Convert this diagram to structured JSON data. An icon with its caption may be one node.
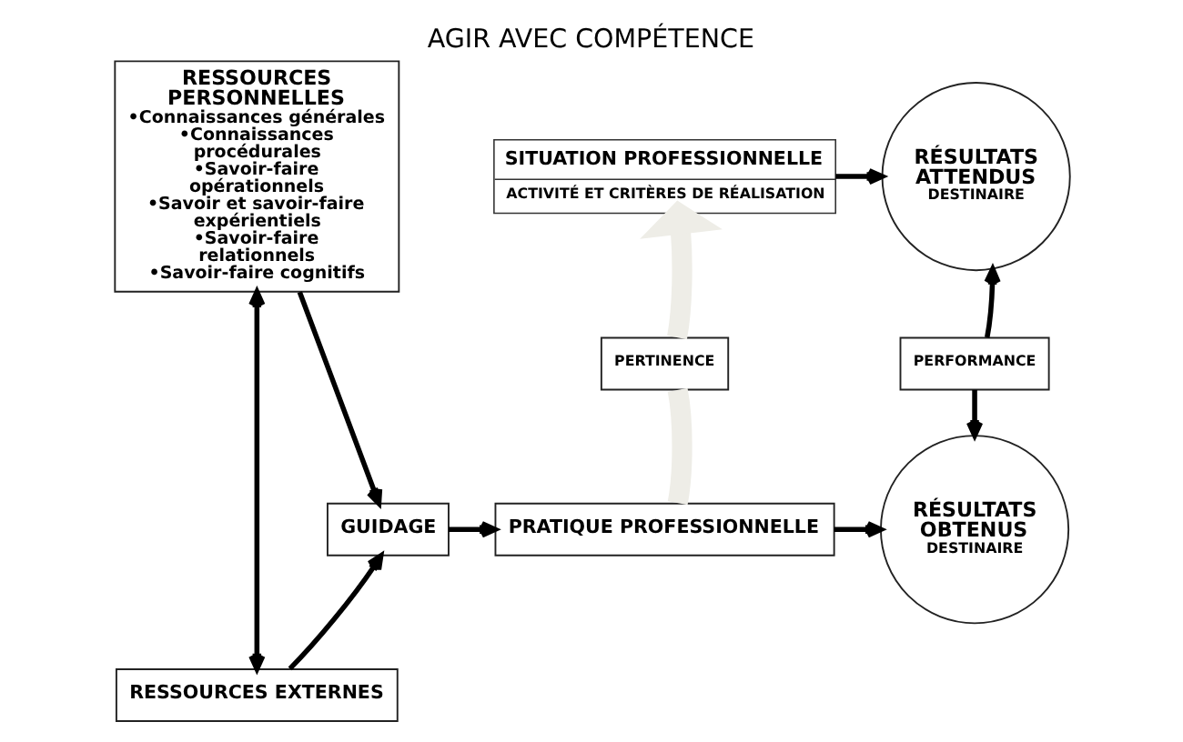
{
  "diagram": {
    "title": "AGIR AVEC COMPÉTENCE",
    "nodes": [
      {
        "text": [
          "RESSOURCES PERSONNELLES",
          "•Connaissances générales",
          "•Connaissances procédurales",
          "•Savoir-faire opérationnels",
          "•Savoir et savoir-faire expérientiels",
          "•Savoir-faire relationnels",
          "•Savoir-faire cognitifs"
        ]
      },
      {
        "text": [
          "SITUATION PROFESSIONNELLE",
          "ACTIVITÉ ET CRITÈRES DE RÉALISATION"
        ]
      },
      {
        "text": [
          "RÉSULTATS ATTENDUS",
          "DESTINAIRE"
        ]
      },
      {
        "text": [
          "PERTINENCE"
        ]
      },
      {
        "text": [
          "PERFORMANCE"
        ]
      },
      {
        "text": [
          "GUIDAGE"
        ]
      },
      {
        "text": [
          "PRATIQUE PROFESSIONNELLE"
        ]
      },
      {
        "text": [
          "RÉSULTATS OBTENUS",
          "DESTINAIRE"
        ]
      },
      {
        "text": [
          "RESSOURCES EXTERNES"
        ]
      }
    ],
    "edges": [
      {
        "from": 0,
        "to": 8,
        "arrow": "both"
      },
      {
        "from": 0,
        "to": 5,
        "arrow": "to"
      },
      {
        "from": 8,
        "to": 5,
        "arrow": "to"
      },
      {
        "from": 5,
        "to": 6,
        "arrow": "to"
      },
      {
        "from": 6,
        "to": 3,
        "arrow": "none",
        "style": "thick",
        "color": "#eeede7"
      },
      {
        "from": 3,
        "to": 1,
        "arrow": "to",
        "style": "thick",
        "color": "#eeede7"
      },
      {
        "from": 1,
        "to": 2,
        "arrow": "to"
      },
      {
        "from": 4,
        "to": 2,
        "arrow": "to"
      },
      {
        "from": 4,
        "to": 7,
        "arrow": "to"
      },
      {
        "from": 6,
        "to": 7,
        "arrow": "to"
      }
    ]
  }
}
